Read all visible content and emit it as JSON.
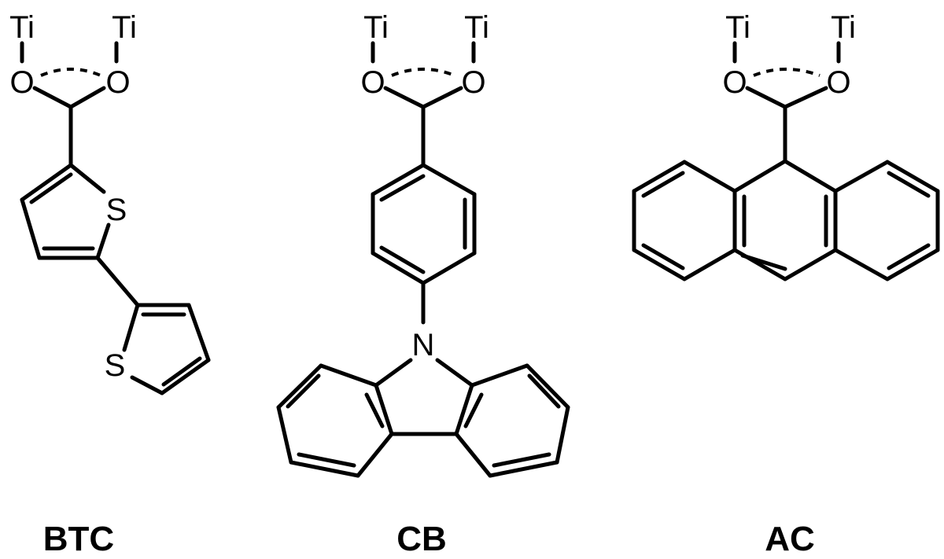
{
  "structures": [
    {
      "label": "BTC",
      "atoms": {
        "ti_left": "Ti",
        "ti_right": "Ti",
        "o_left": "O",
        "o_right": "O",
        "s_ring1": "S",
        "s_ring2": "S"
      }
    },
    {
      "label": "CB",
      "atoms": {
        "ti_left": "Ti",
        "ti_right": "Ti",
        "o_left": "O",
        "o_right": "O",
        "n": "N"
      }
    },
    {
      "label": "AC",
      "atoms": {
        "ti_left": "Ti",
        "ti_right": "Ti",
        "o_left": "O",
        "o_right": "O"
      }
    }
  ]
}
